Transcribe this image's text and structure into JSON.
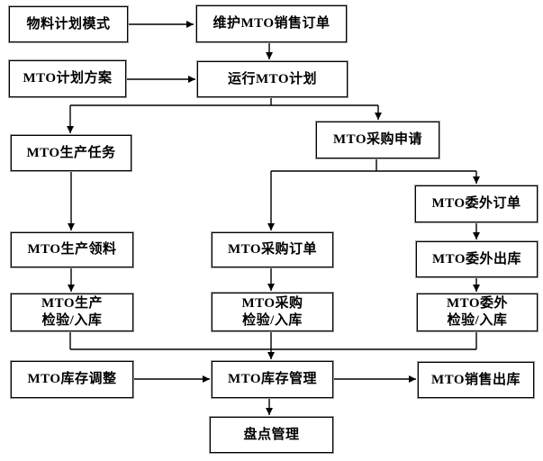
{
  "diagram": {
    "type": "flowchart",
    "background_color": "#ffffff",
    "line_color": "#000000",
    "box_border_color": "#000000",
    "box_shadow_color": "#9b9b9b",
    "text_color": "#000000"
  },
  "nodes": [
    {
      "id": "material-planning-mode",
      "label": "物料计划模式"
    },
    {
      "id": "maintain-mto-sales-order",
      "label": "维护MTO销售订单"
    },
    {
      "id": "mto-planning-scheme",
      "label": "MTO计划方案"
    },
    {
      "id": "run-mto-plan",
      "label": "运行MTO计划"
    },
    {
      "id": "mto-production-task",
      "label": "MTO生产任务"
    },
    {
      "id": "mto-purchase-request",
      "label": "MTO采购申请"
    },
    {
      "id": "mto-outsource-order",
      "label": "MTO委外订单"
    },
    {
      "id": "mto-production-picking",
      "label": "MTO生产领料"
    },
    {
      "id": "mto-purchase-order",
      "label": "MTO采购订单"
    },
    {
      "id": "mto-outsource-issue",
      "label": "MTO委外出库"
    },
    {
      "id": "mto-production-inspection-inbound",
      "label": "MTO生产\n检验/入库"
    },
    {
      "id": "mto-purchase-inspection-inbound",
      "label": "MTO采购\n检验/入库"
    },
    {
      "id": "mto-outsource-inspection-inbound",
      "label": "MTO委外\n检验/入库"
    },
    {
      "id": "mto-inventory-adjustment",
      "label": "MTO库存调整"
    },
    {
      "id": "mto-inventory-management",
      "label": "MTO库存管理"
    },
    {
      "id": "mto-sales-issue",
      "label": "MTO销售出库"
    },
    {
      "id": "stocktaking-management",
      "label": "盘点管理"
    }
  ],
  "edges": [
    {
      "from": "material-planning-mode",
      "to": "maintain-mto-sales-order"
    },
    {
      "from": "maintain-mto-sales-order",
      "to": "run-mto-plan"
    },
    {
      "from": "mto-planning-scheme",
      "to": "run-mto-plan"
    },
    {
      "from": "run-mto-plan",
      "to": "mto-production-task"
    },
    {
      "from": "run-mto-plan",
      "to": "mto-purchase-request"
    },
    {
      "from": "mto-purchase-request",
      "to": "mto-purchase-order"
    },
    {
      "from": "mto-purchase-request",
      "to": "mto-outsource-order"
    },
    {
      "from": "mto-production-task",
      "to": "mto-production-picking"
    },
    {
      "from": "mto-production-picking",
      "to": "mto-production-inspection-inbound"
    },
    {
      "from": "mto-purchase-order",
      "to": "mto-purchase-inspection-inbound"
    },
    {
      "from": "mto-outsource-order",
      "to": "mto-outsource-issue"
    },
    {
      "from": "mto-outsource-issue",
      "to": "mto-outsource-inspection-inbound"
    },
    {
      "from": "mto-production-inspection-inbound",
      "to": "mto-inventory-management"
    },
    {
      "from": "mto-purchase-inspection-inbound",
      "to": "mto-inventory-management"
    },
    {
      "from": "mto-outsource-inspection-inbound",
      "to": "mto-inventory-management"
    },
    {
      "from": "mto-inventory-adjustment",
      "to": "mto-inventory-management"
    },
    {
      "from": "mto-inventory-management",
      "to": "mto-sales-issue"
    },
    {
      "from": "mto-inventory-management",
      "to": "stocktaking-management"
    }
  ]
}
